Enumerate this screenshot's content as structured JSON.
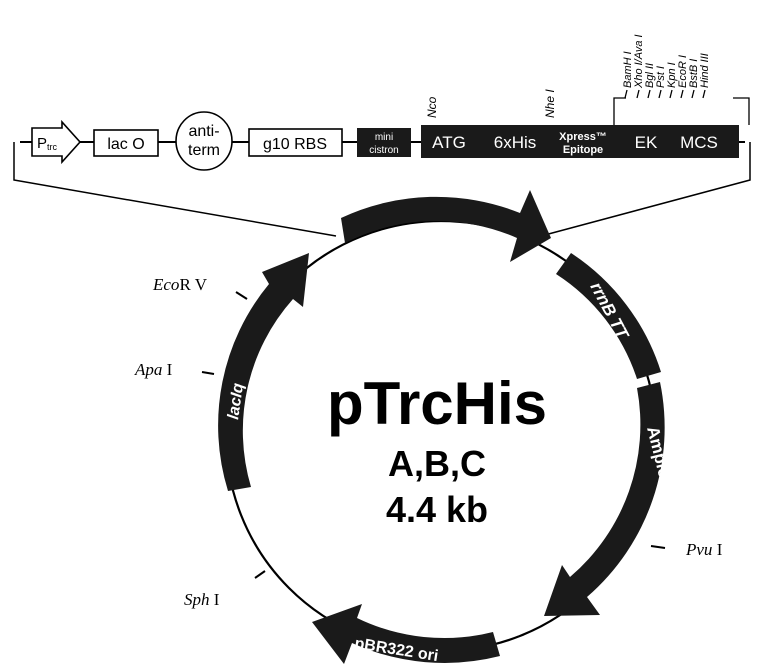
{
  "plasmid": {
    "name": "pTrcHis",
    "variants": "A,B,C",
    "size": "4.4 kb"
  },
  "cassette": {
    "promoter": {
      "main": "P",
      "sub": "trc"
    },
    "operator": "lac O",
    "antiterm_line1": "anti-",
    "antiterm_line2": "term",
    "rbs": "g10 RBS",
    "minicistron_line1": "mini",
    "minicistron_line2": "cistron",
    "atg": "ATG",
    "his_tag": "6xHis",
    "xpress_line1": "Xpress™",
    "xpress_line2": "Epitope",
    "ek": "EK",
    "mcs": "MCS"
  },
  "sites_above": {
    "nco": "Nco",
    "nhe": "Nhe I"
  },
  "mcs_sites": [
    "BamH I",
    "Xho I/Ava I",
    "Bgl II",
    "Pst I",
    "Kpn I",
    "EcoR I",
    "BstB I",
    "Hind III"
  ],
  "features": {
    "rrnb": "rrnB TT",
    "ampicillin": "Ampicillin",
    "ori": "pBR322 ori",
    "lacIq": "lacIq"
  },
  "restriction_sites": {
    "ecorv": {
      "italic": "Eco",
      "rest": "R V"
    },
    "apai": {
      "italic": "Apa",
      "rest": " I"
    },
    "sphi": {
      "italic": "Sph",
      "rest": " I"
    },
    "pvui": {
      "italic": "Pvu",
      "rest": " I"
    }
  },
  "colors": {
    "feature": "#1a1a1a",
    "line": "#000000",
    "background": "#ffffff"
  }
}
